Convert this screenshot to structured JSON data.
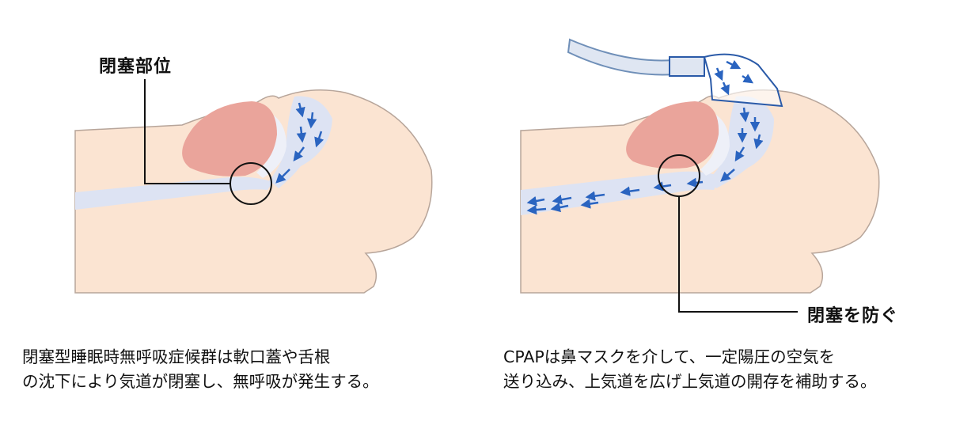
{
  "colors": {
    "skin": "#fbe4d2",
    "skin_outline": "#b7a59a",
    "tongue": "#eaa49b",
    "airway": "#dde3f3",
    "soft_palate": "#eef0f8",
    "arrow": "#2a64c0",
    "mask_outline": "#2a5aa8",
    "tube_fill": "#dfe6f2",
    "tube_outline": "#6f8fb8",
    "line": "#111111"
  },
  "icons": [
    "airflow-arrow-icon",
    "cpap-mask-icon",
    "air-tube-icon"
  ],
  "left_panel": {
    "callout": "閉塞部位",
    "caption": [
      "閉塞型睡眠時無呼吸症候群は軟口蓋や舌根",
      "の沈下により気道が閉塞し、無呼吸が発生する。"
    ]
  },
  "right_panel": {
    "callout": "閉塞を防ぐ",
    "caption": [
      "CPAPは鼻マスクを介して、一定陽圧の空気を",
      "送り込み、上気道を広げ上気道の開存を補助する。"
    ]
  }
}
